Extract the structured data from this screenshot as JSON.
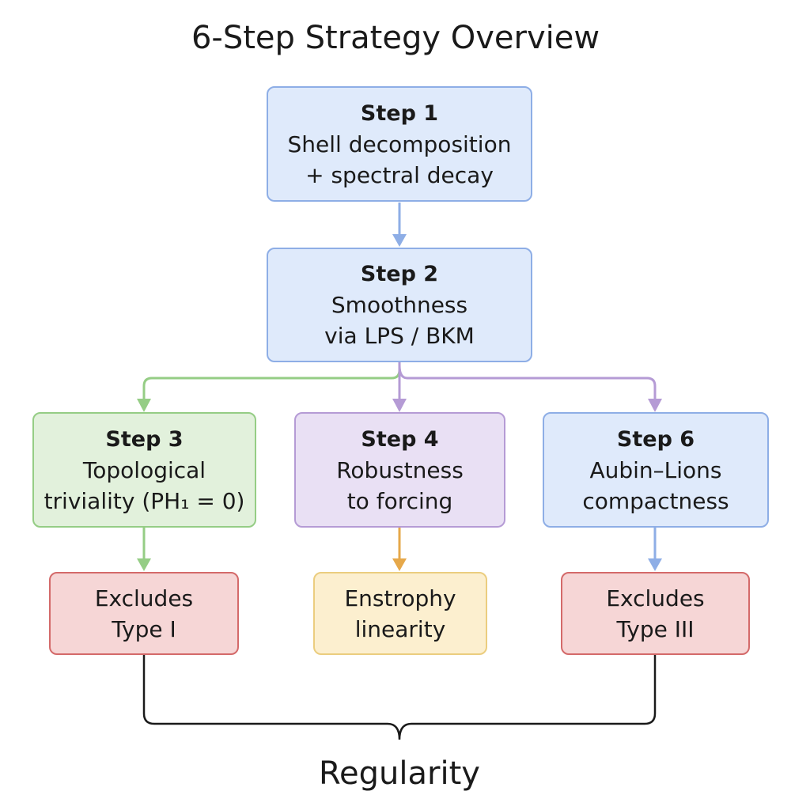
{
  "title": "6-Step Strategy Overview",
  "steps": {
    "step1": {
      "label": "Step 1",
      "line1": "Shell decomposition",
      "line2": "+ spectral decay"
    },
    "step2": {
      "label": "Step 2",
      "line1": "Smoothness",
      "line2": "via LPS / BKM"
    },
    "step3": {
      "label": "Step 3",
      "line1": "Topological",
      "line2": "triviality (PH₁ = 0)"
    },
    "step4": {
      "label": "Step 4",
      "line1": "Robustness",
      "line2": "to forcing"
    },
    "step6": {
      "label": "Step 6",
      "line1": "Aubin–Lions",
      "line2": "compactness"
    }
  },
  "outcomes": {
    "type1": {
      "line1": "Excludes",
      "line2": "Type I"
    },
    "enstrophy": {
      "line1": "Enstrophy",
      "line2": "linearity"
    },
    "type3": {
      "line1": "Excludes",
      "line2": "Type III"
    }
  },
  "result": "Regularity",
  "colors": {
    "blue_fill": "#dfeafb",
    "blue_border": "#8eaee6",
    "green_fill": "#e2f1dc",
    "green_border": "#95cd85",
    "purple_fill": "#e9e0f4",
    "purple_border": "#b59bd5",
    "red_fill": "#f6d6d6",
    "red_border": "#d46a6a",
    "yellow_fill": "#fcefcf",
    "yellow_border": "#ebcd7f",
    "arrow_orange": "#e6a84a"
  }
}
